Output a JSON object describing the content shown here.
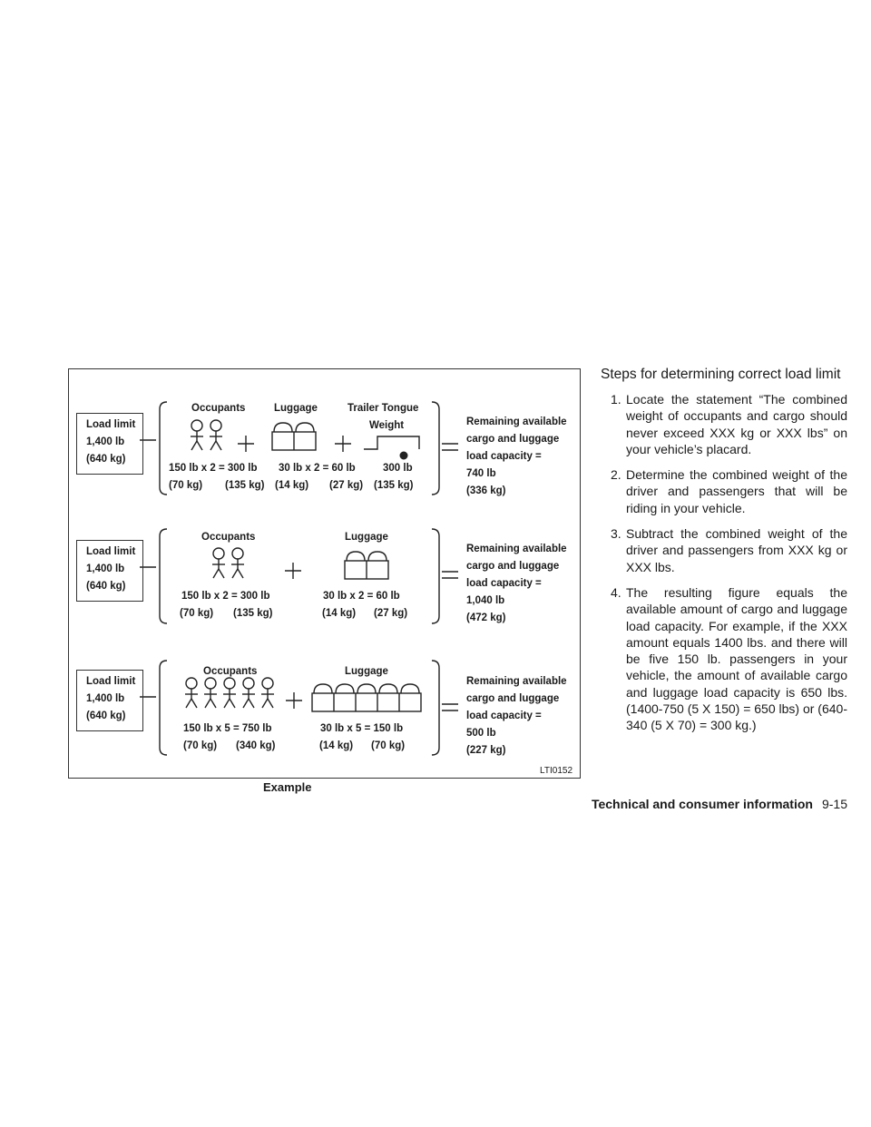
{
  "figure": {
    "id_label": "LTI0152",
    "caption": "Example",
    "rows": [
      {
        "load_limit": [
          "Load limit",
          "1,400 lb",
          "(640 kg)"
        ],
        "occupants_label": "Occupants",
        "luggage_label": "Luggage",
        "trailer_label": "Trailer Tongue",
        "trailer_label2": "Weight",
        "occupant_calc": "150 lb x 2 = 300 lb",
        "occupant_kg_a": "(70 kg)",
        "occupant_kg_b": "(135 kg)",
        "luggage_calc": "30 lb x 2 = 60 lb",
        "luggage_kg_a": "(14 kg)",
        "luggage_kg_b": "(27 kg)",
        "trailer_calc": "300 lb",
        "trailer_kg": "(135 kg)",
        "remaining": [
          "Remaining available",
          "cargo and luggage",
          "load capacity =",
          "740 lb",
          "(336 kg)"
        ],
        "people_count": 2,
        "bag_count": 2
      },
      {
        "load_limit": [
          "Load limit",
          "1,400 lb",
          "(640 kg)"
        ],
        "occupants_label": "Occupants",
        "luggage_label": "Luggage",
        "occupant_calc": "150 lb x 2 = 300 lb",
        "occupant_kg_a": "(70 kg)",
        "occupant_kg_b": "(135 kg)",
        "luggage_calc": "30 lb x 2 = 60 lb",
        "luggage_kg_a": "(14 kg)",
        "luggage_kg_b": "(27 kg)",
        "remaining": [
          "Remaining available",
          "cargo and luggage",
          "load capacity =",
          "1,040 lb",
          "(472 kg)"
        ],
        "people_count": 2,
        "bag_count": 2
      },
      {
        "load_limit": [
          "Load limit",
          "1,400 lb",
          "(640 kg)"
        ],
        "occupants_label": "Occupants",
        "luggage_label": "Luggage",
        "occupant_calc": "150 lb x 5 = 750 lb",
        "occupant_kg_a": "(70 kg)",
        "occupant_kg_b": "(340 kg)",
        "luggage_calc": "30 lb x 5 = 150 lb",
        "luggage_kg_a": "(14 kg)",
        "luggage_kg_b": "(70 kg)",
        "remaining": [
          "Remaining available",
          "cargo and luggage",
          "load capacity =",
          "500 lb",
          "(227 kg)"
        ],
        "people_count": 5,
        "bag_count": 5
      }
    ]
  },
  "steps": {
    "heading": "Steps for determining correct load limit",
    "items": [
      {
        "num": "1.",
        "text": "Locate the statement “The combined weight of occupants and cargo should never exceed XXX kg or XXX lbs” on your vehicle’s placard."
      },
      {
        "num": "2.",
        "text": "Determine the combined weight of the driver and passengers that will be riding in your vehicle."
      },
      {
        "num": "3.",
        "text": "Subtract the combined weight of the driver and passengers from XXX kg or XXX lbs."
      },
      {
        "num": "4.",
        "text": "The resulting figure equals the available amount of cargo and luggage load capacity. For example, if the XXX amount equals 1400 lbs. and there will be five 150 lb. passengers in your vehicle, the amount of available cargo and luggage load capacity is 650 lbs. (1400-750 (5 X 150) = 650 lbs) or (640-340 (5 X 70) = 300 kg.)"
      }
    ]
  },
  "footer": {
    "section": "Technical and consumer information",
    "page": "9-15"
  }
}
